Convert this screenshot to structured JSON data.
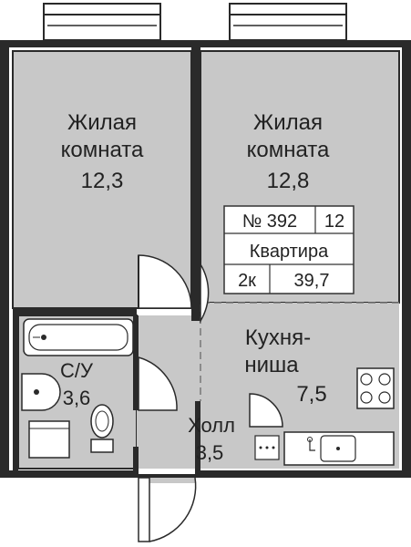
{
  "colors": {
    "wall": "#2a2a2a",
    "floor": "#c8c8c8",
    "background": "#ffffff",
    "fixture": "#ffffff",
    "line": "#333333",
    "dashed": "#777777"
  },
  "rooms": {
    "living_left": {
      "name_line1": "Жилая",
      "name_line2": "комната",
      "area": "12,3"
    },
    "living_right": {
      "name_line1": "Жилая",
      "name_line2": "комната",
      "area": "12,8"
    },
    "kitchen": {
      "name_line1": "Кухня-",
      "name_line2": "ниша",
      "area": "7,5"
    },
    "bathroom": {
      "name": "С/У",
      "area": "3,6"
    },
    "hall": {
      "name": "Холл",
      "area": "3,5"
    }
  },
  "apartment_info": {
    "number": "№ 392",
    "floor": "12",
    "type_label": "Квартира",
    "rooms": "2к",
    "total_area": "39,7"
  }
}
